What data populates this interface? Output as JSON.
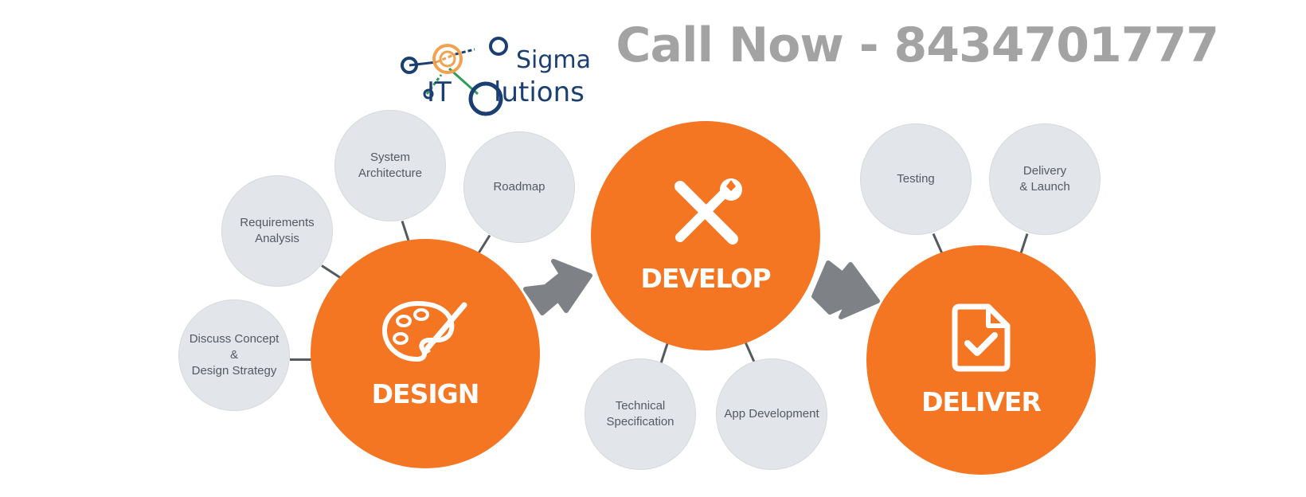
{
  "header": {
    "call_now": "Call Now - 8434701777"
  },
  "logo": {
    "line1": "Sigma",
    "line2_prefix": "IT",
    "line2_suffix": "lutions",
    "icon": "network-nodes-logo-icon"
  },
  "colors": {
    "orange": "#f47623",
    "grey_text": "#a3a3a3",
    "bubble": "#e2e5e9",
    "arrow": "#7e8186",
    "navy": "#1c3f73"
  },
  "stages": [
    {
      "label": "DESIGN",
      "icon": "palette-brush-icon"
    },
    {
      "label": "DEVELOP",
      "icon": "tools-icon"
    },
    {
      "label": "DELIVER",
      "icon": "document-check-icon"
    }
  ],
  "steps": {
    "discuss": "Discuss Concept\n&\nDesign Strategy",
    "requirements": "Requirements\nAnalysis",
    "architecture": "System\nArchitecture",
    "roadmap": "Roadmap",
    "technical": "Technical\nSpecification",
    "app_dev": "App Development",
    "testing": "Testing",
    "delivery": "Delivery\n& Launch"
  }
}
